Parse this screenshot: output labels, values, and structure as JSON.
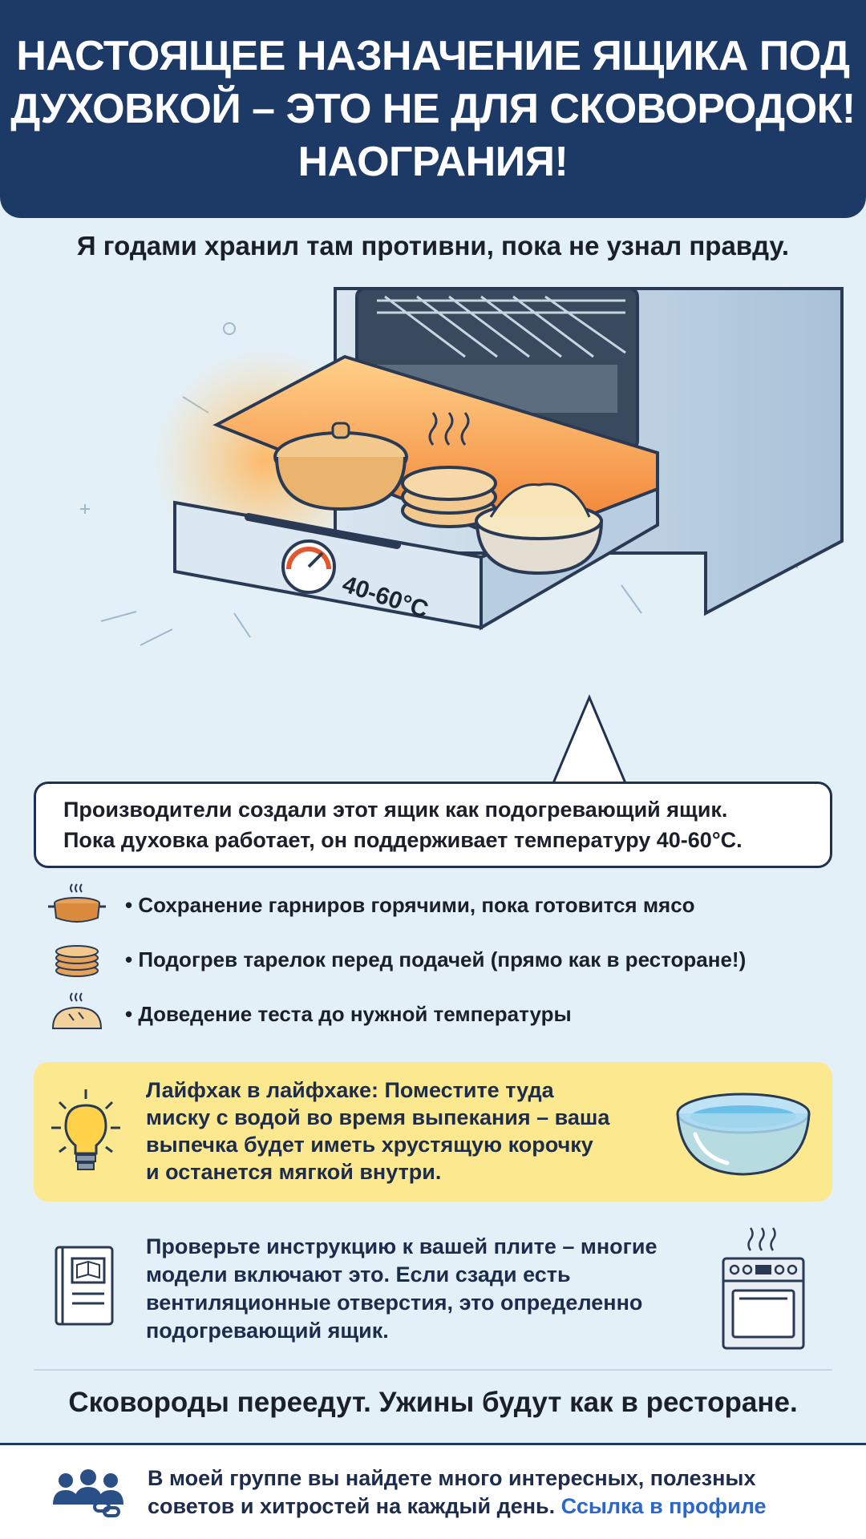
{
  "header": {
    "title_lines": [
      "НАСТОЯЩЕЕ НАЗНАЧЕНИЕ ЯЩИКА ПОД",
      "ДУХОВКОЙ – ЭТО НЕ ДЛЯ СКОВОРОДОК!",
      "НАОГРАНИЯ!"
    ]
  },
  "subtitle": "Я годами хранил там противни, пока не узнал правду.",
  "hero": {
    "gauge_label": "40-60°C"
  },
  "callout": {
    "line1": "Производители создали этот ящик как подогревающий ящик.",
    "line2": "Пока духовка работает, он поддерживает температуру 40-60°C."
  },
  "bullets": [
    {
      "icon": "pot-icon",
      "text": "Сохранение гарниров горячими, пока готовится мясо"
    },
    {
      "icon": "plates-icon",
      "text": "Подогрев тарелок перед подачей (прямо как в ресторане!)"
    },
    {
      "icon": "bread-icon",
      "text": "Доведение теста до нужной температуры"
    }
  ],
  "lifehack": {
    "lines": [
      "Лайфхак в лайфхаке: Поместите туда",
      "миску с водой во время выпекания – ваша",
      "выпечка будет иметь хрустящую корочку",
      "и останется мягкой внутри."
    ],
    "background": "#fbe88f"
  },
  "instructions": {
    "lines": [
      "Проверьте инструкцию к вашей плите – многие",
      "модели включают это. Если сзади есть",
      "вентиляционные отверстия, это определенно",
      "подогревающий ящик."
    ]
  },
  "motto": "Сковороды переедут. Ужины будут как в ресторане.",
  "footer": {
    "line1": "В моей группе вы найдете много интересных, полезных",
    "line2_text": "советов и хитростей на каждый день.",
    "line2_link": "Ссылка в профиле",
    "link_color": "#2b67c9"
  },
  "colors": {
    "header_bg": "#1d3a66",
    "page_bg": "#e4f0f8",
    "drawer_glow": "#f08a3a"
  }
}
